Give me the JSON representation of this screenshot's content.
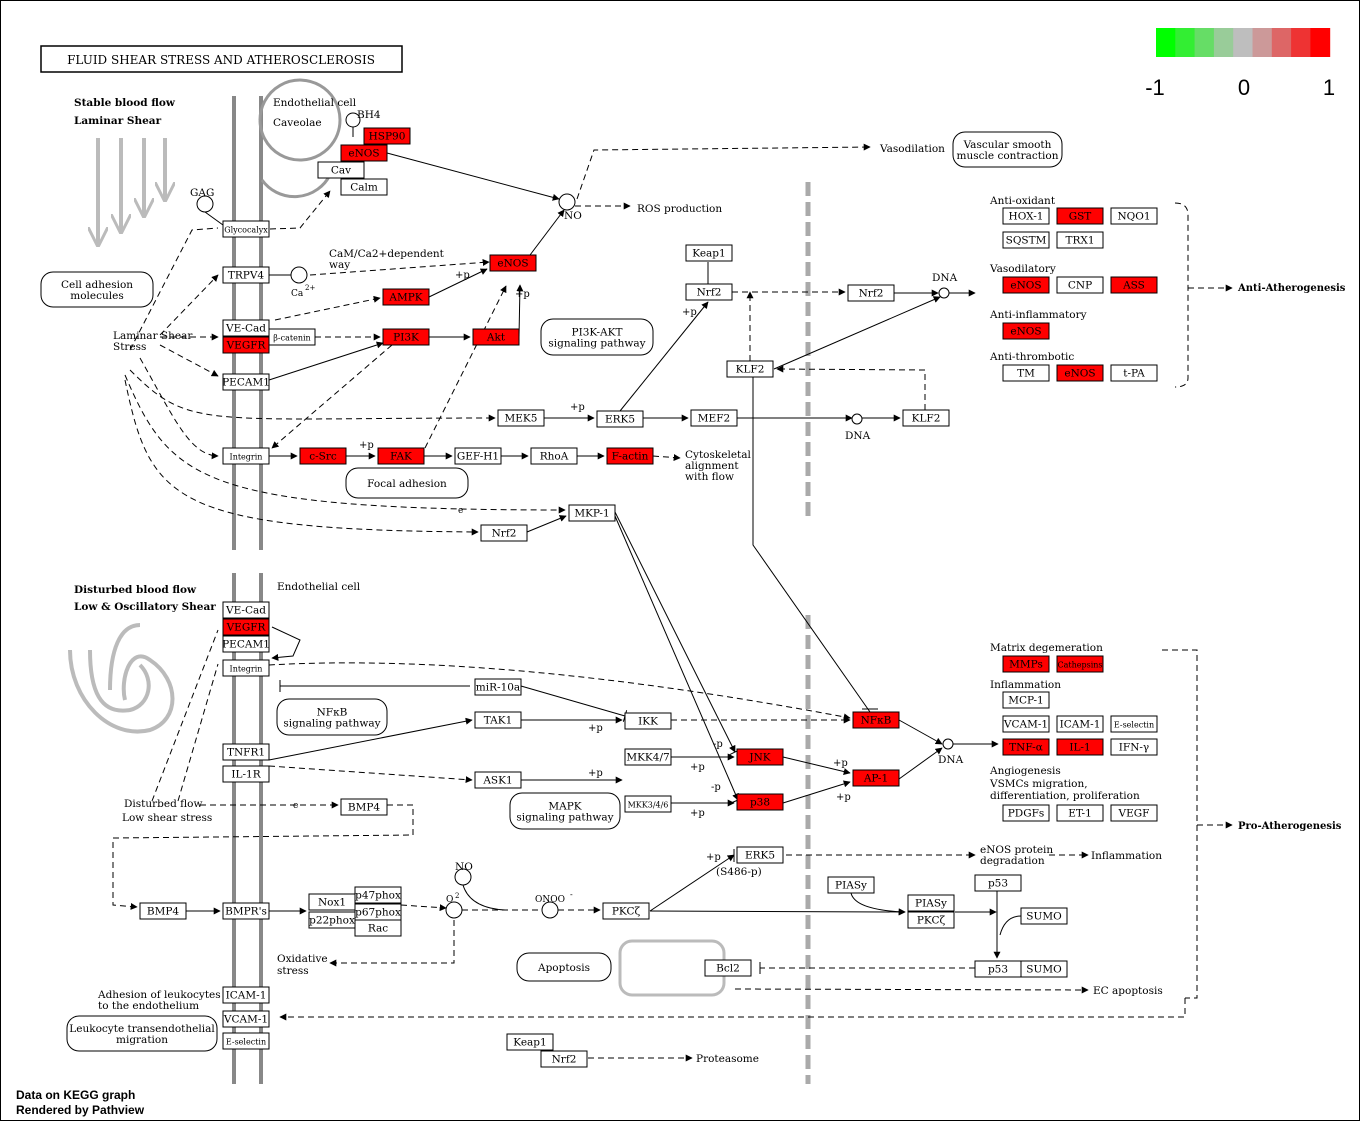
{
  "title": "FLUID SHEAR STRESS AND ATHEROSCLEROSIS",
  "legend": {
    "colors": [
      "#00ff00",
      "#33ee33",
      "#66dd66",
      "#99cc99",
      "#bebebe",
      "#cc9999",
      "#dd6666",
      "#ee3333",
      "#ff0000"
    ],
    "ticks": [
      "-1",
      "0",
      "1"
    ]
  },
  "footer": {
    "line1": "Data on KEGG graph",
    "line2": "Rendered by Pathview"
  },
  "colors": {
    "up": "#ff0000",
    "neutral": "#ffffff",
    "membrane": "#888888",
    "line": "#000000"
  },
  "labels": {
    "stable_flow": "Stable blood flow",
    "laminar_shear": "Laminar Shear",
    "endothelial_cell_top": "Endothelial cell",
    "caveolae": "Caveolae",
    "bh4": "BH4",
    "gag": "GAG",
    "cell_adhesion": "Cell adhesion molecules",
    "laminar_stress": "Laminar Shear Stress",
    "cam_ca": "CaM/Ca2+dependent way",
    "ca2": "Ca2+",
    "no": "NO",
    "ros": "ROS production",
    "vasodilation": "Vasodilation",
    "vsmc": "Vascular smooth muscle contraction",
    "pi3k_akt_path": "PI3K-AKT signaling pathway",
    "focal_adhesion": "Focal adhesion",
    "cytoskeletal": "Cytoskeletal alignment with flow",
    "dna1": "DNA",
    "dna2": "DNA",
    "dna3": "DNA",
    "anti_oxidant": "Anti-oxidant",
    "vasodilatory": "Vasodilatory",
    "anti_inflammatory": "Anti-inflammatory",
    "anti_thrombotic": "Anti-thrombotic",
    "anti_athero": "Anti-Atherogenesis",
    "disturbed_flow": "Disturbed blood flow",
    "low_osc": "Low & Oscillatory Shear",
    "endothelial_cell_bottom": "Endothelial cell",
    "nfkb_path": "NFκB signaling pathway",
    "mapk_path": "MAPK signaling pathway",
    "disturbed_flow2": "Disturbed flow",
    "low_shear": "Low shear stress",
    "matrix_deg": "Matrix degemeration",
    "inflammation": "Inflammation",
    "angiogenesis": "Angiogenesis VSMCs migration, differentiation, proliferation",
    "pro_athero": "Pro-Atherogenesis",
    "enos_deg": "eNOS protein degradation",
    "inflammation2": "Inflammation",
    "s486p": "(S486-p)",
    "oxidative": "Oxidative stress",
    "apoptosis": "Apoptosis",
    "ec_apoptosis": "EC apoptosis",
    "adhesion_leuko": "Adhesion of leukocytes to the endothelium",
    "leuko_trans": "Leukocyte transendothelial migration",
    "proteasome": "Proteasome",
    "o2": "O2-",
    "onoo": "ONOO-",
    "no2": "NO",
    "e1": "e",
    "e2": "e",
    "p_plus": "+p",
    "p_minus": "-p"
  },
  "nodes": [
    {
      "id": "hsp90",
      "label": "HSP90",
      "state": "up"
    },
    {
      "id": "enos_top",
      "label": "eNOS",
      "state": "up"
    },
    {
      "id": "cav",
      "label": "Cav",
      "state": "none"
    },
    {
      "id": "calm",
      "label": "Calm",
      "state": "none"
    },
    {
      "id": "glycocalyx",
      "label": "Glycocalyx",
      "state": "none"
    },
    {
      "id": "trpv4",
      "label": "TRPV4",
      "state": "none"
    },
    {
      "id": "vecad1",
      "label": "VE-Cad",
      "state": "none"
    },
    {
      "id": "vegfr1",
      "label": "VEGFR",
      "state": "up"
    },
    {
      "id": "bcatenin",
      "label": "β-catenin",
      "state": "none"
    },
    {
      "id": "pecam1",
      "label": "PECAM1",
      "state": "none"
    },
    {
      "id": "integrin1",
      "label": "Integrin",
      "state": "none"
    },
    {
      "id": "ampk",
      "label": "AMPK",
      "state": "up"
    },
    {
      "id": "pi3k",
      "label": "PI3K",
      "state": "up"
    },
    {
      "id": "akt",
      "label": "Akt",
      "state": "up"
    },
    {
      "id": "enos_mid",
      "label": "eNOS",
      "state": "up"
    },
    {
      "id": "csrc",
      "label": "c-Src",
      "state": "up"
    },
    {
      "id": "fak",
      "label": "FAK",
      "state": "up"
    },
    {
      "id": "gefh1",
      "label": "GEF-H1",
      "state": "none"
    },
    {
      "id": "rhoa",
      "label": "RhoA",
      "state": "none"
    },
    {
      "id": "factin",
      "label": "F-actin",
      "state": "up"
    },
    {
      "id": "mek5",
      "label": "MEK5",
      "state": "none"
    },
    {
      "id": "erk5_top",
      "label": "ERK5",
      "state": "none"
    },
    {
      "id": "mef2",
      "label": "MEF2",
      "state": "none"
    },
    {
      "id": "klf2_a",
      "label": "KLF2",
      "state": "none"
    },
    {
      "id": "klf2_b",
      "label": "KLF2",
      "state": "none"
    },
    {
      "id": "mkp1",
      "label": "MKP-1",
      "state": "none"
    },
    {
      "id": "nrf2_a",
      "label": "Nrf2",
      "state": "none"
    },
    {
      "id": "keap1_top",
      "label": "Keap1",
      "state": "none"
    },
    {
      "id": "nrf2_b",
      "label": "Nrf2",
      "state": "none"
    },
    {
      "id": "nrf2_c",
      "label": "Nrf2",
      "state": "none"
    },
    {
      "id": "hox1",
      "label": "HOX-1",
      "state": "none"
    },
    {
      "id": "gst",
      "label": "GST",
      "state": "up"
    },
    {
      "id": "nqo1",
      "label": "NQO1",
      "state": "none"
    },
    {
      "id": "sqstm",
      "label": "SQSTM",
      "state": "none"
    },
    {
      "id": "trx1",
      "label": "TRX1",
      "state": "none"
    },
    {
      "id": "enos_r1",
      "label": "eNOS",
      "state": "up"
    },
    {
      "id": "cnp",
      "label": "CNP",
      "state": "none"
    },
    {
      "id": "ass",
      "label": "ASS",
      "state": "up"
    },
    {
      "id": "enos_r2",
      "label": "eNOS",
      "state": "up"
    },
    {
      "id": "tm",
      "label": "TM",
      "state": "none"
    },
    {
      "id": "enos_r3",
      "label": "eNOS",
      "state": "up"
    },
    {
      "id": "tpa",
      "label": "t-PA",
      "state": "none"
    },
    {
      "id": "vecad2",
      "label": "VE-Cad",
      "state": "none"
    },
    {
      "id": "vegfr2",
      "label": "VEGFR",
      "state": "up"
    },
    {
      "id": "pecam2",
      "label": "PECAM1",
      "state": "none"
    },
    {
      "id": "integrin2",
      "label": "Integrin",
      "state": "none"
    },
    {
      "id": "mir10a",
      "label": "miR-10a",
      "state": "none"
    },
    {
      "id": "tak1",
      "label": "TAK1",
      "state": "none"
    },
    {
      "id": "ikk",
      "label": "IKK",
      "state": "none"
    },
    {
      "id": "nfkb",
      "label": "NFκB",
      "state": "up"
    },
    {
      "id": "tnfr1",
      "label": "TNFR1",
      "state": "none"
    },
    {
      "id": "il1r",
      "label": "IL-1R",
      "state": "none"
    },
    {
      "id": "ask1",
      "label": "ASK1",
      "state": "none"
    },
    {
      "id": "mkk47",
      "label": "MKK4/7",
      "state": "none"
    },
    {
      "id": "jnk",
      "label": "JNK",
      "state": "up"
    },
    {
      "id": "mkk36",
      "label": "MKK3/4/6",
      "state": "none"
    },
    {
      "id": "p38",
      "label": "p38",
      "state": "up"
    },
    {
      "id": "ap1",
      "label": "AP-1",
      "state": "up"
    },
    {
      "id": "bmp4_a",
      "label": "BMP4",
      "state": "none"
    },
    {
      "id": "bmp4_b",
      "label": "BMP4",
      "state": "none"
    },
    {
      "id": "bmprs",
      "label": "BMPR's",
      "state": "none"
    },
    {
      "id": "nox1",
      "label": "Nox1",
      "state": "none"
    },
    {
      "id": "p22phox",
      "label": "p22phox",
      "state": "none"
    },
    {
      "id": "p47phox",
      "label": "p47phox",
      "state": "none"
    },
    {
      "id": "p67phox",
      "label": "p67phox",
      "state": "none"
    },
    {
      "id": "rac",
      "label": "Rac",
      "state": "none"
    },
    {
      "id": "pkcz",
      "label": "PKCζ",
      "state": "none"
    },
    {
      "id": "erk5_b",
      "label": "ERK5",
      "state": "none"
    },
    {
      "id": "piasy_a",
      "label": "PIASy",
      "state": "none"
    },
    {
      "id": "piasy_b",
      "label": "PIASy",
      "state": "none"
    },
    {
      "id": "pkcz_b",
      "label": "PKCζ",
      "state": "none"
    },
    {
      "id": "p53_a",
      "label": "p53",
      "state": "none"
    },
    {
      "id": "sumo_a",
      "label": "SUMO",
      "state": "none"
    },
    {
      "id": "p53_b",
      "label": "p53",
      "state": "none"
    },
    {
      "id": "sumo_b",
      "label": "SUMO",
      "state": "none"
    },
    {
      "id": "bcl2",
      "label": "Bcl2",
      "state": "none"
    },
    {
      "id": "icam1_l",
      "label": "ICAM-1",
      "state": "none"
    },
    {
      "id": "vcam1_l",
      "label": "VCAM-1",
      "state": "none"
    },
    {
      "id": "eselectin_l",
      "label": "E-selectin",
      "state": "none"
    },
    {
      "id": "keap1_b",
      "label": "Keap1",
      "state": "none"
    },
    {
      "id": "nrf2_d",
      "label": "Nrf2",
      "state": "none"
    },
    {
      "id": "mmps",
      "label": "MMPs",
      "state": "up"
    },
    {
      "id": "cathepsins",
      "label": "Cathepsins",
      "state": "up"
    },
    {
      "id": "mcp1",
      "label": "MCP-1",
      "state": "none"
    },
    {
      "id": "vcam1_r",
      "label": "VCAM-1",
      "state": "none"
    },
    {
      "id": "icam1_r",
      "label": "ICAM-1",
      "state": "none"
    },
    {
      "id": "eselectin_r",
      "label": "E-selectin",
      "state": "none"
    },
    {
      "id": "tnfa",
      "label": "TNF-α",
      "state": "up"
    },
    {
      "id": "il1",
      "label": "IL-1",
      "state": "up"
    },
    {
      "id": "ifny",
      "label": "IFN-γ",
      "state": "none"
    },
    {
      "id": "pdgfs",
      "label": "PDGFs",
      "state": "none"
    },
    {
      "id": "et1",
      "label": "ET-1",
      "state": "none"
    },
    {
      "id": "vegf",
      "label": "VEGF",
      "state": "none"
    }
  ]
}
